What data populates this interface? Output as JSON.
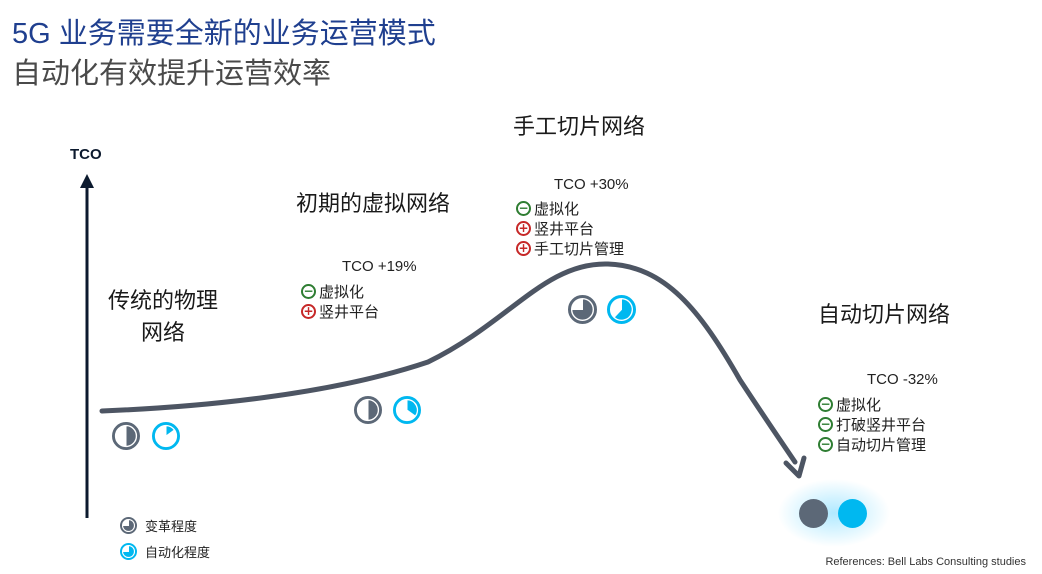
{
  "header": {
    "title": "5G 业务需要全新的业务运营模式",
    "subtitle": "自动化有效提升运营效率"
  },
  "axis": {
    "label": "TCO"
  },
  "stages": [
    {
      "name": "传统的物理网络",
      "name_lines": [
        "传统的物理",
        "网络"
      ],
      "transformation_level": 0.5,
      "automation_level": 0.15
    },
    {
      "name": "初期的虚拟网络",
      "tco": "TCO +19%",
      "effects": [
        {
          "sign": "minus",
          "text": "虚拟化"
        },
        {
          "sign": "plus",
          "text": "竖井平台"
        }
      ],
      "transformation_level": 0.5,
      "automation_level": 0.35
    },
    {
      "name": "手工切片网络",
      "tco": "TCO +30%",
      "effects": [
        {
          "sign": "minus",
          "text": "虚拟化"
        },
        {
          "sign": "plus",
          "text": "竖井平台"
        },
        {
          "sign": "plus",
          "text": "手工切片管理"
        }
      ],
      "transformation_level": 0.75,
      "automation_level": 0.62
    },
    {
      "name": "自动切片网络",
      "tco": "TCO -32%",
      "effects": [
        {
          "sign": "minus",
          "text": "虚拟化"
        },
        {
          "sign": "minus",
          "text": "打破竖井平台"
        },
        {
          "sign": "minus",
          "text": "自动切片管理"
        }
      ],
      "transformation_level": 1,
      "automation_level": 1
    }
  ],
  "legend": {
    "transformation": "变革程度",
    "automation": "自动化程度"
  },
  "colors": {
    "curve": "#4d5563",
    "transformation": "#5c6877",
    "automation": "#00b8f0",
    "minus": "#2e7d32",
    "plus": "#c62828",
    "title": "#1f3f8f"
  },
  "icons": {
    "minus": "circle-minus-icon",
    "plus": "circle-plus-icon"
  },
  "references": "References: Bell Labs Consulting studies"
}
